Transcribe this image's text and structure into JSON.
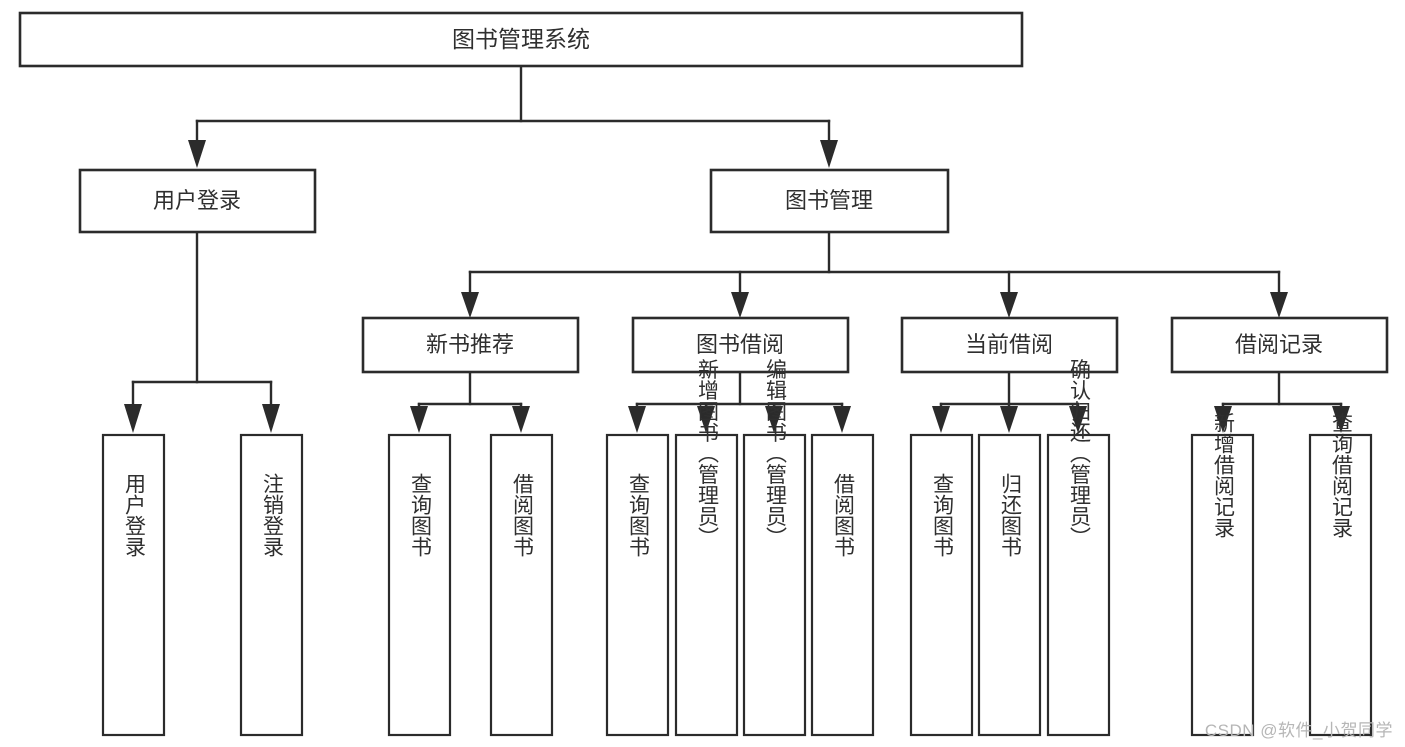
{
  "diagram": {
    "title": "图书管理系统",
    "type": "hierarchy-tree",
    "watermark": "CSDN @软件_小贺同学",
    "colors": {
      "background": "#ffffff",
      "box_fill": "#ffffff",
      "box_stroke": "#2b2b2b",
      "text": "#2f2f2f",
      "watermark": "#b6b6b6"
    },
    "root": {
      "label": "图书管理系统"
    },
    "level2": [
      {
        "label": "用户登录"
      },
      {
        "label": "图书管理"
      }
    ],
    "level3": [
      {
        "label": "新书推荐"
      },
      {
        "label": "图书借阅"
      },
      {
        "label": "当前借阅"
      },
      {
        "label": "借阅记录"
      }
    ],
    "leaves": {
      "user_login": [
        {
          "label": "用户登录"
        },
        {
          "label": "注销登录"
        }
      ],
      "new_book_recommend": [
        {
          "label": "查询图书"
        },
        {
          "label": "借阅图书"
        }
      ],
      "book_borrow": [
        {
          "label": "查询图书"
        },
        {
          "label": "新增图书（管理员）"
        },
        {
          "label": "编辑图书（管理员）"
        },
        {
          "label": "借阅图书"
        }
      ],
      "current_borrow": [
        {
          "label": "查询图书"
        },
        {
          "label": "归还图书"
        },
        {
          "label": "确认归还（管理员）"
        }
      ],
      "borrow_records": [
        {
          "label": "新增借阅记录"
        },
        {
          "label": "查询借阅记录"
        }
      ]
    }
  }
}
